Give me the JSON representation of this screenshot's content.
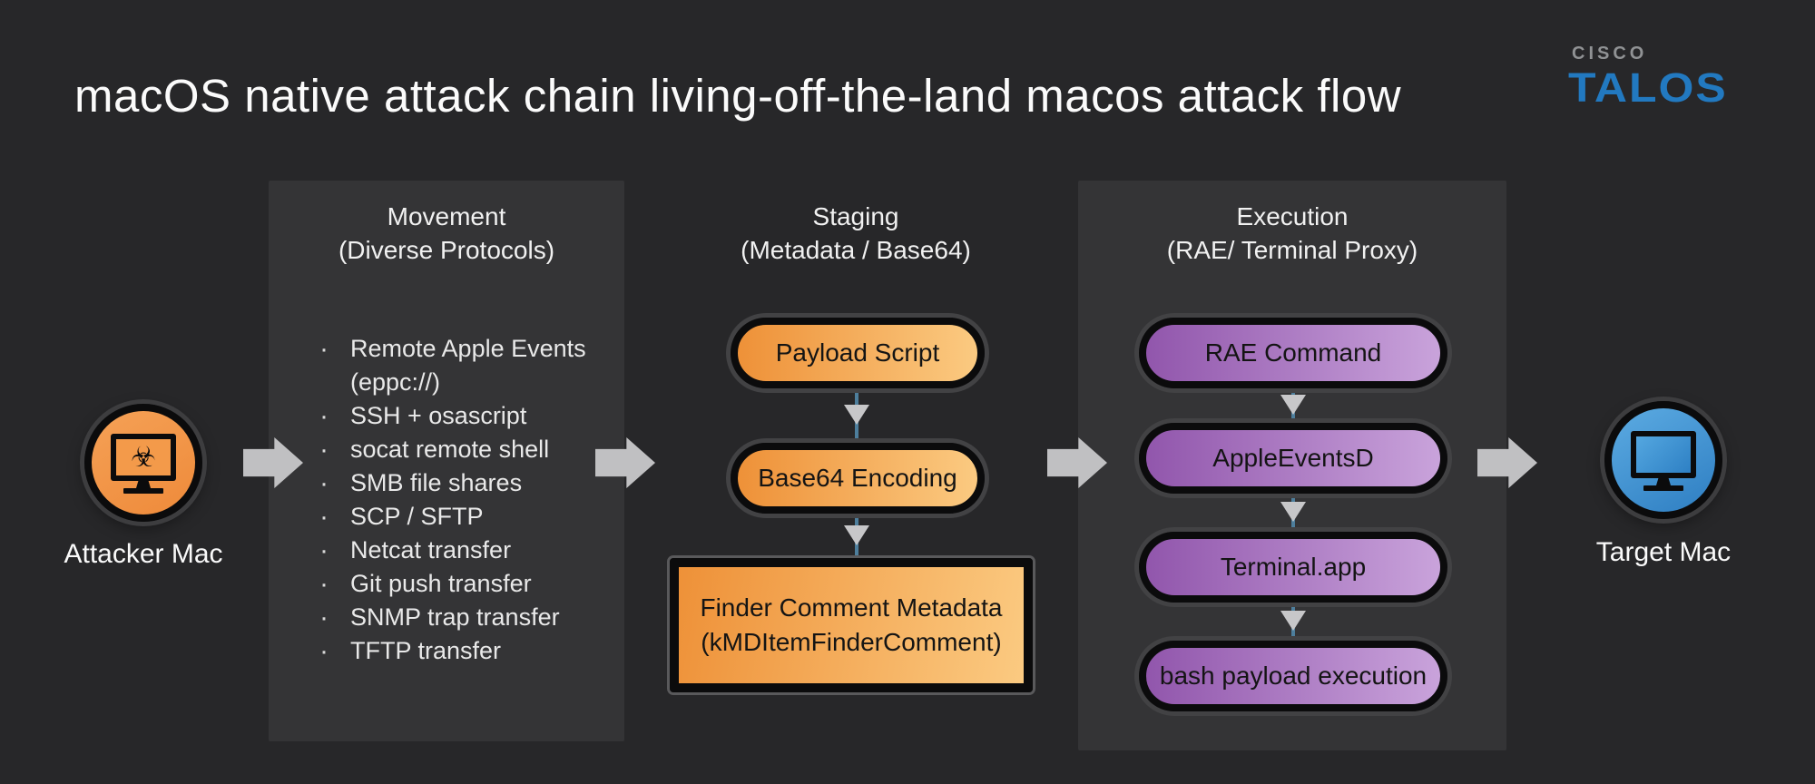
{
  "title": "macOS native attack chain living-off-the-land macos attack flow",
  "logo": {
    "cisco": "CISCO",
    "talos": "TALOS"
  },
  "nodes": {
    "attacker": {
      "label": "Attacker Mac",
      "icon_glyph": "☣"
    },
    "target": {
      "label": "Target Mac"
    }
  },
  "columns": {
    "movement": {
      "header_line1": "Movement",
      "header_line2": "(Diverse Protocols)",
      "items": [
        "Remote Apple Events",
        "(eppc://)",
        "SSH + osascript",
        "socat remote shell",
        "SMB file shares",
        "SCP / SFTP",
        "Netcat transfer",
        "Git push transfer",
        "SNMP trap transfer",
        "TFTP transfer"
      ]
    },
    "staging": {
      "header_line1": "Staging",
      "header_line2": "(Metadata / Base64)",
      "steps": [
        "Payload Script",
        "Base64 Encoding"
      ],
      "box_line1": "Finder Comment Metadata",
      "box_line2": "(kMDItemFinderComment)"
    },
    "execution": {
      "header_line1": "Execution",
      "header_line2": "(RAE/ Terminal Proxy)",
      "steps": [
        "RAE Command",
        "AppleEventsD",
        "Terminal.app",
        "bash payload execution"
      ]
    }
  },
  "colors": {
    "background": "#272729",
    "panel": "#343436",
    "orange_start": "#ee9138",
    "orange_end": "#fbca81",
    "purple_start": "#9156ac",
    "purple_end": "#c9a3db",
    "arrow_gray": "#c0c0c2",
    "connector_blue": "#4d7e9c",
    "triangle_gray": "#c7c7c9",
    "talos_blue": "#2279c0",
    "cisco_gray": "#909294",
    "attacker_orange": "#ee8a3a",
    "target_blue": "#2e7ec2",
    "text_light": "#f1f1f1",
    "pill_text": "#141414"
  }
}
